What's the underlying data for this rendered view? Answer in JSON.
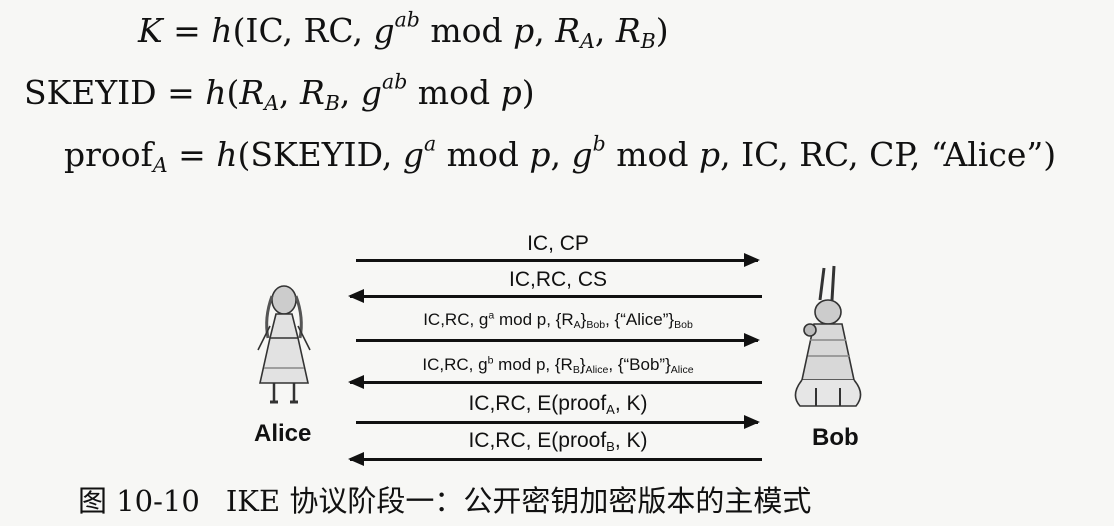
{
  "equations": {
    "k": {
      "lhs": "K",
      "eq": " = ",
      "fn": "h",
      "args_start": "(IC, RC, ",
      "g": "g",
      "exp_ab": "ab",
      "mod": " mod ",
      "p": "p",
      "sep": ", ",
      "ra_r": "R",
      "ra_sub": "A",
      "rb_r": "R",
      "rb_sub": "B",
      "close": ")"
    },
    "skeyid": {
      "lhs": "SKEYID",
      "eq": " = ",
      "fn": "h",
      "open": "(",
      "ra_r": "R",
      "ra_sub": "A",
      "rb_r": "R",
      "rb_sub": "B",
      "g": "g",
      "exp_ab": "ab",
      "mod": " mod ",
      "p": "p",
      "close": ")"
    },
    "proof": {
      "lhs": "proof",
      "lhs_sub": "A",
      "eq": " = ",
      "fn": "h",
      "open": "(SKEYID, ",
      "g": "g",
      "exp_a": "a",
      "exp_b": "b",
      "mod": " mod ",
      "p": "p",
      "tail": ", IC, RC, CP, “Alice”)"
    }
  },
  "diagram": {
    "alice_label": "Alice",
    "bob_label": "Bob",
    "messages": [
      {
        "text": "IC, CP",
        "direction": "right"
      },
      {
        "text": "IC,RC, CS",
        "direction": "left"
      },
      {
        "pre": "IC,RC, g",
        "sup": "a",
        "mid": " mod p, {R",
        "sub1a": "A",
        "mid2": "}",
        "sub1b": "Bob",
        "mid3": ", {“Alice”}",
        "sub2": "Bob",
        "direction": "right"
      },
      {
        "pre": "IC,RC, g",
        "sup": "b",
        "mid": " mod p, {R",
        "sub1a": "B",
        "mid2": "}",
        "sub1b": "Alice",
        "mid3": ", {“Bob”}",
        "sub2": "Alice",
        "direction": "left"
      },
      {
        "pre": "IC,RC, E(proof",
        "sub": "A",
        "post": ", K)",
        "direction": "right"
      },
      {
        "pre": "IC,RC, E(proof",
        "sub": "B",
        "post": ", K)",
        "direction": "left"
      }
    ]
  },
  "caption": {
    "number": "图 10-10",
    "text": "IKE 协议阶段一：公开密钥加密版本的主模式"
  }
}
